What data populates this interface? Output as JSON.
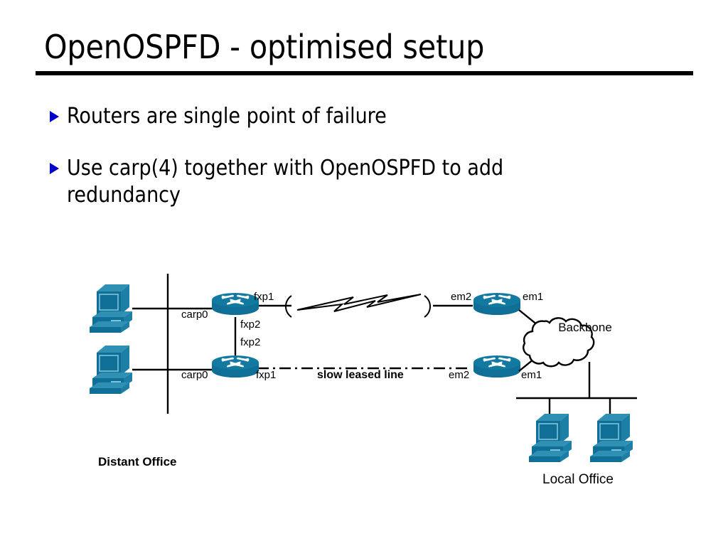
{
  "slide": {
    "title": "OpenOSPFD - optimised setup",
    "bullets": [
      {
        "marker": "triangle-bullet-icon",
        "text": "Routers are single point of failure"
      },
      {
        "marker": "triangle-bullet-icon",
        "text": "Use carp(4) together with OpenOSPFD to add redundancy"
      }
    ],
    "bullet_color": "#0000cc",
    "rule_color": "#000000"
  },
  "diagram": {
    "name": "network-topology-diagram",
    "device_color": "#0f6f96",
    "device_color_light": "#2a8fb5",
    "line_color": "#000000",
    "labels": {
      "distant_office": "Distant Office",
      "local_office": "Local Office",
      "backbone": "Backbone",
      "leased_line": "slow leased line"
    },
    "interfaces": {
      "top_router_left": "carp0",
      "top_router_right": "fxp1",
      "top_router_down": "fxp2",
      "bottom_router_up": "fxp2",
      "bottom_router_left": "carp0",
      "bottom_router_right": "fxp1",
      "remote_top_left": "em2",
      "remote_top_right": "em1",
      "remote_bottom_left": "em2",
      "remote_bottom_right": "em1"
    },
    "icons": {
      "router": "router-icon",
      "workstation": "workstation-icon",
      "cloud": "cloud-icon",
      "lightning": "lightning-bolt-icon"
    }
  }
}
